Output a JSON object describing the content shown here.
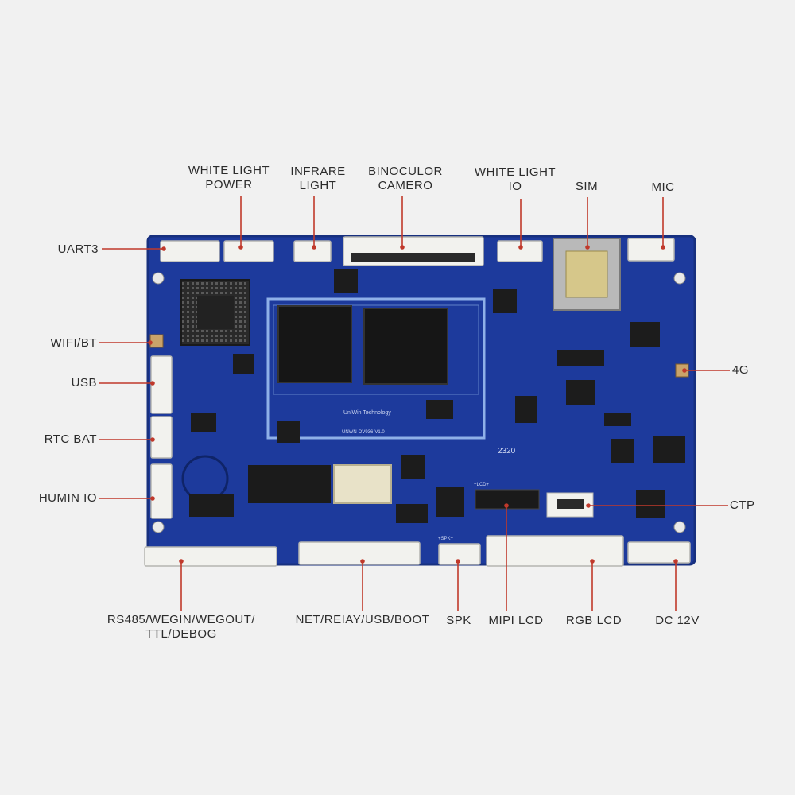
{
  "board": {
    "brand": "UniWin Technology",
    "model": "UNWN-OV936-V1.0",
    "silkscreen_code": "2320",
    "lcd_mark": "+LCD+",
    "spk_mark": "+SPK+"
  },
  "colors": {
    "background": "#f1f1f1",
    "pcb": "#1d3a9c",
    "leader_line": "#c0392b",
    "connector": "#f2f2ee"
  },
  "callouts": {
    "white_light_power": [
      "WHITE LIGHT",
      "POWER"
    ],
    "infrare_light": [
      "INFRARE",
      "LIGHT"
    ],
    "binoculor_camero": [
      "BINOCULOR",
      "CAMERO"
    ],
    "white_light_io": [
      "WHITE LIGHT",
      "IO"
    ],
    "sim": "SIM",
    "mic": "MIC",
    "uart3": "UART3",
    "wifi_bt": "WIFI/BT",
    "usb": "USB",
    "rtc_bat": "RTC BAT",
    "humin_io": "HUMIN IO",
    "four_g": "4G",
    "ctp": "CTP",
    "rs485": [
      "RS485/WEGIN/WEGOUT/",
      "TTL/DEBOG"
    ],
    "net_relay": "NET/REIAY/USB/BOOT",
    "spk": "SPK",
    "mipi_lcd": "MIPI LCD",
    "rgb_lcd": "RGB LCD",
    "dc_12v": "DC 12V"
  }
}
